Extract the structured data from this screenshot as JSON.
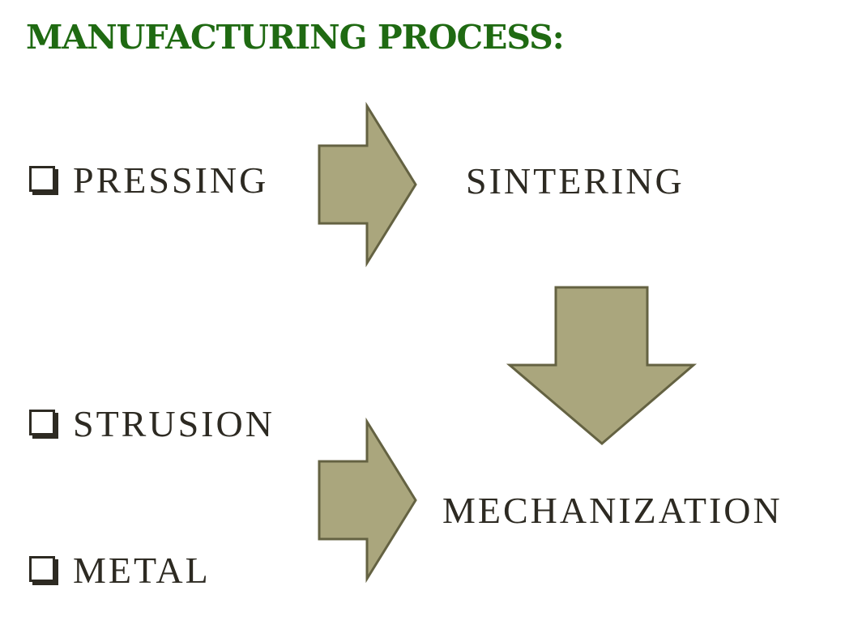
{
  "title": "MANUFACTURING PROCESS:",
  "bullets": [
    {
      "label": "PRESSING"
    },
    {
      "label": "STRUSION"
    },
    {
      "label": "METAL"
    }
  ],
  "steps": {
    "sintering": "SINTERING",
    "mechanization": "MECHANIZATION"
  },
  "colors": {
    "title": "#1f6a12",
    "text": "#2d2a22",
    "arrow_fill": "#aaa67d",
    "arrow_stroke": "#646242"
  },
  "icons": {
    "bullet": "checkbox-icon",
    "flow": "block-arrow-icon"
  }
}
